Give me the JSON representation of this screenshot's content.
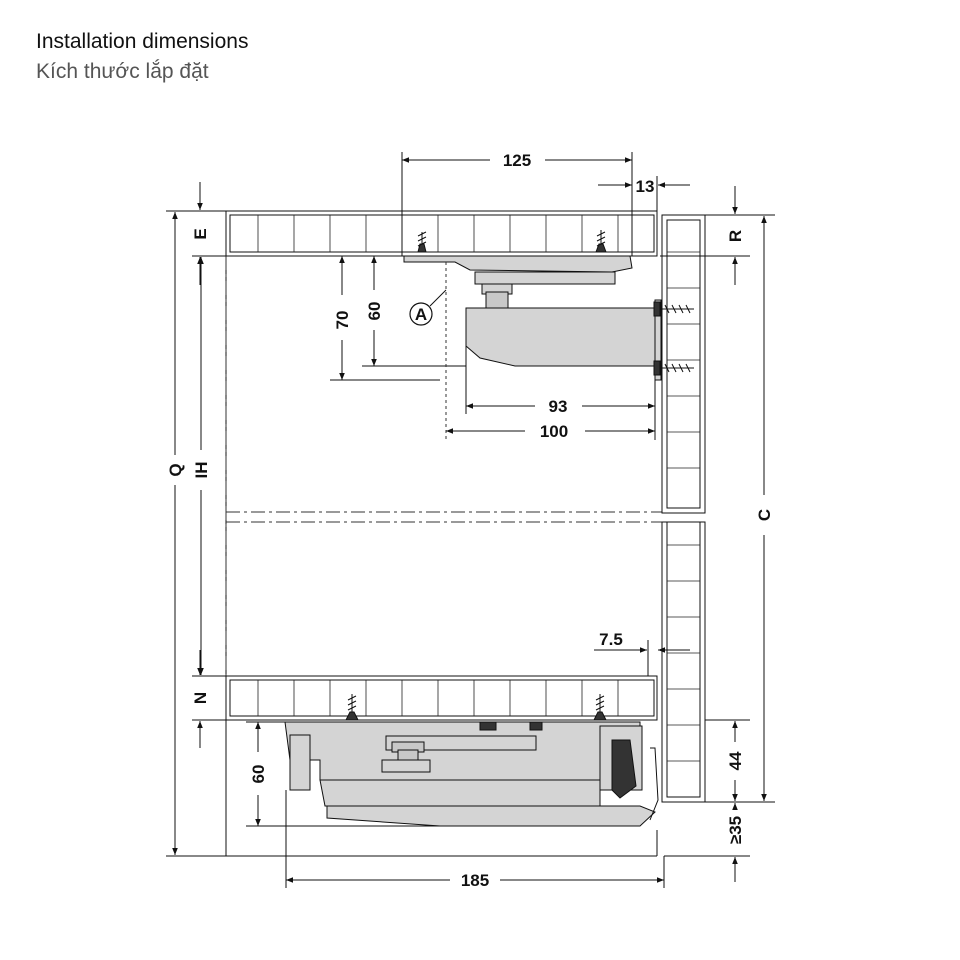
{
  "header": {
    "title": "Installation dimensions",
    "subtitle": "Kích thước lắp đặt"
  },
  "dimensions": {
    "top_width": "125",
    "top_offset": "13",
    "height_70": "70",
    "height_60_top": "60",
    "depth_93": "93",
    "depth_100": "100",
    "gap_7_5": "7.5",
    "bottom_60": "60",
    "bottom_width": "185",
    "right_44": "44",
    "right_35": "≥35"
  },
  "labels": {
    "E": "E",
    "Q": "Q",
    "IH": "IH",
    "N": "N",
    "R": "R",
    "C": "C",
    "A": "A"
  }
}
